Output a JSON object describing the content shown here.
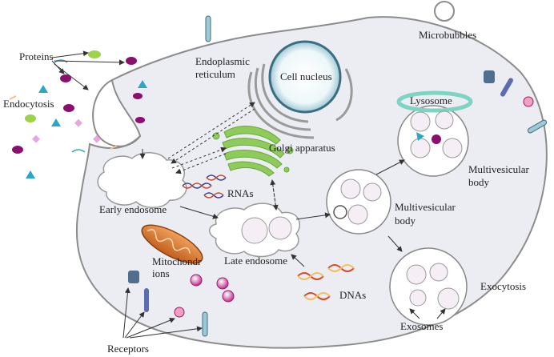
{
  "labels": {
    "proteins": "Proteins",
    "endocytosis": "Endocytosis",
    "endoplasmic_reticulum_1": "Endoplasmic",
    "endoplasmic_reticulum_2": "reticulum",
    "cell_nucleus": "Cell nucleus",
    "microbubbles": "Microbubbles",
    "lysosome": "Lysosome",
    "golgi_apparatus": "Golgi apparatus",
    "rnas": "RNAs",
    "early_endosome": "Early endosome",
    "late_endosome": "Late endosome",
    "mitochondrions_1": "Mitochondr",
    "mitochondrions_2": "ions",
    "dnas": "DNAs",
    "multivesicular_body_mid_1": "Multivesicular",
    "multivesicular_body_mid_2": "body",
    "multivesicular_body_right_1": "Multivesicular",
    "multivesicular_body_right_2": "body",
    "exocytosis": "Exocytosis",
    "exosomes": "Exosomes",
    "receptors": "Receptors"
  },
  "colors": {
    "cell_fill": "#ecedf3",
    "cell_stroke": "#8c8c8c",
    "nucleus": "#c9e6ee",
    "golgi": "#8ecb5a",
    "mitochondrion": "#d9782e",
    "lysosome": "#7fd3c3",
    "protein_purple": "#8b0f6e",
    "protein_green": "#9bd34a",
    "protein_blue": "#2aa6c8",
    "protein_pink": "#e7a6e0",
    "vesicle_pink": "#c04f8a"
  }
}
